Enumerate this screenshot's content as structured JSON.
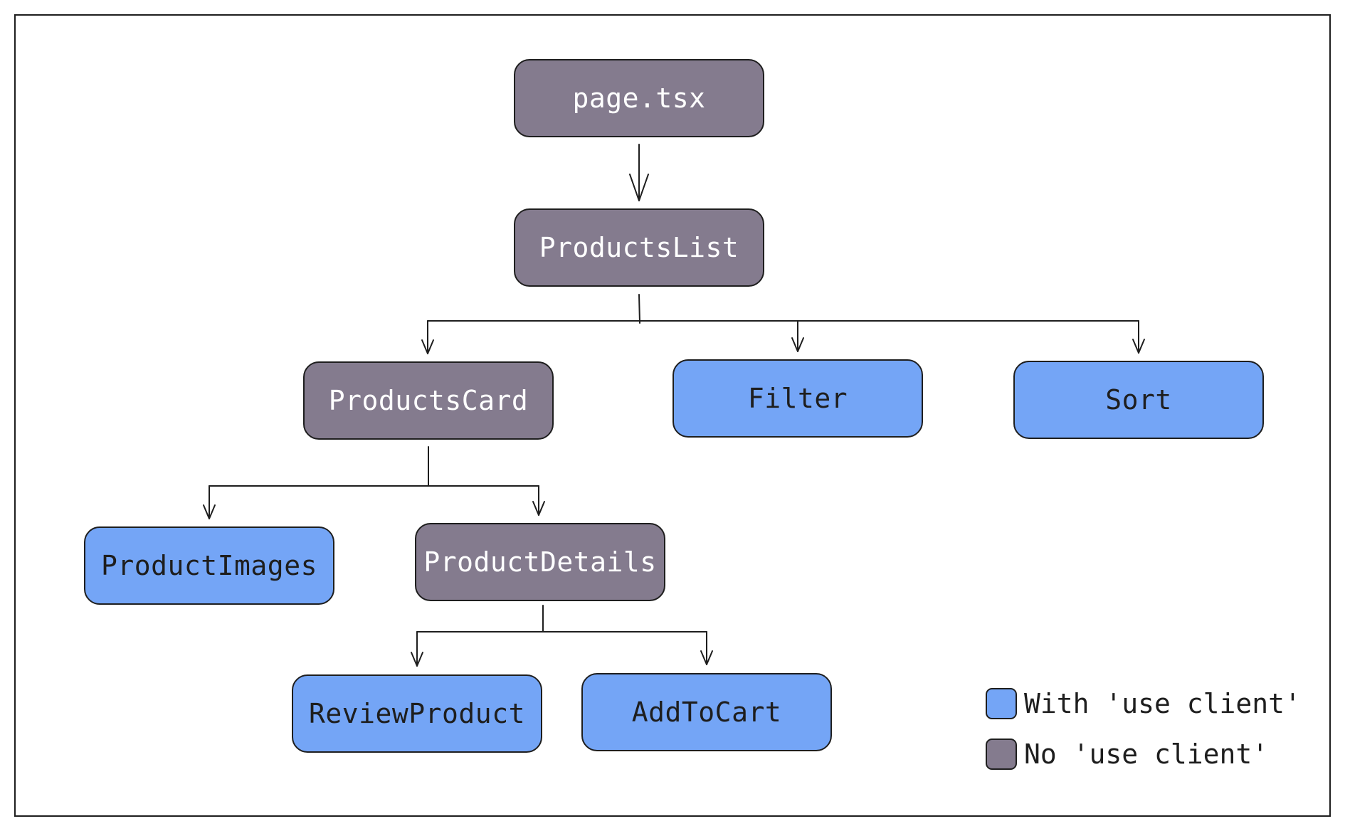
{
  "colors": {
    "with_use_client": "#74a5f6",
    "no_use_client": "#847b8e",
    "stroke": "#1e1e1e"
  },
  "nodes": {
    "page": {
      "label": "page.tsx",
      "kind": "no_use_client"
    },
    "products_list": {
      "label": "ProductsList",
      "kind": "no_use_client"
    },
    "products_card": {
      "label": "ProductsCard",
      "kind": "no_use_client"
    },
    "filter": {
      "label": "Filter",
      "kind": "with_use_client"
    },
    "sort": {
      "label": "Sort",
      "kind": "with_use_client"
    },
    "product_images": {
      "label": "ProductImages",
      "kind": "with_use_client"
    },
    "product_details": {
      "label": "ProductDetails",
      "kind": "no_use_client"
    },
    "review_product": {
      "label": "ReviewProduct",
      "kind": "with_use_client"
    },
    "add_to_cart": {
      "label": "AddToCart",
      "kind": "with_use_client"
    }
  },
  "edges": [
    {
      "from": "page.tsx",
      "to": "ProductsList"
    },
    {
      "from": "ProductsList",
      "to": "ProductsCard"
    },
    {
      "from": "ProductsList",
      "to": "Filter"
    },
    {
      "from": "ProductsList",
      "to": "Sort"
    },
    {
      "from": "ProductsCard",
      "to": "ProductImages"
    },
    {
      "from": "ProductsCard",
      "to": "ProductDetails"
    },
    {
      "from": "ProductDetails",
      "to": "ReviewProduct"
    },
    {
      "from": "ProductDetails",
      "to": "AddToCart"
    }
  ],
  "legend": {
    "with_label": "With 'use client'",
    "no_label": "No 'use client'"
  }
}
